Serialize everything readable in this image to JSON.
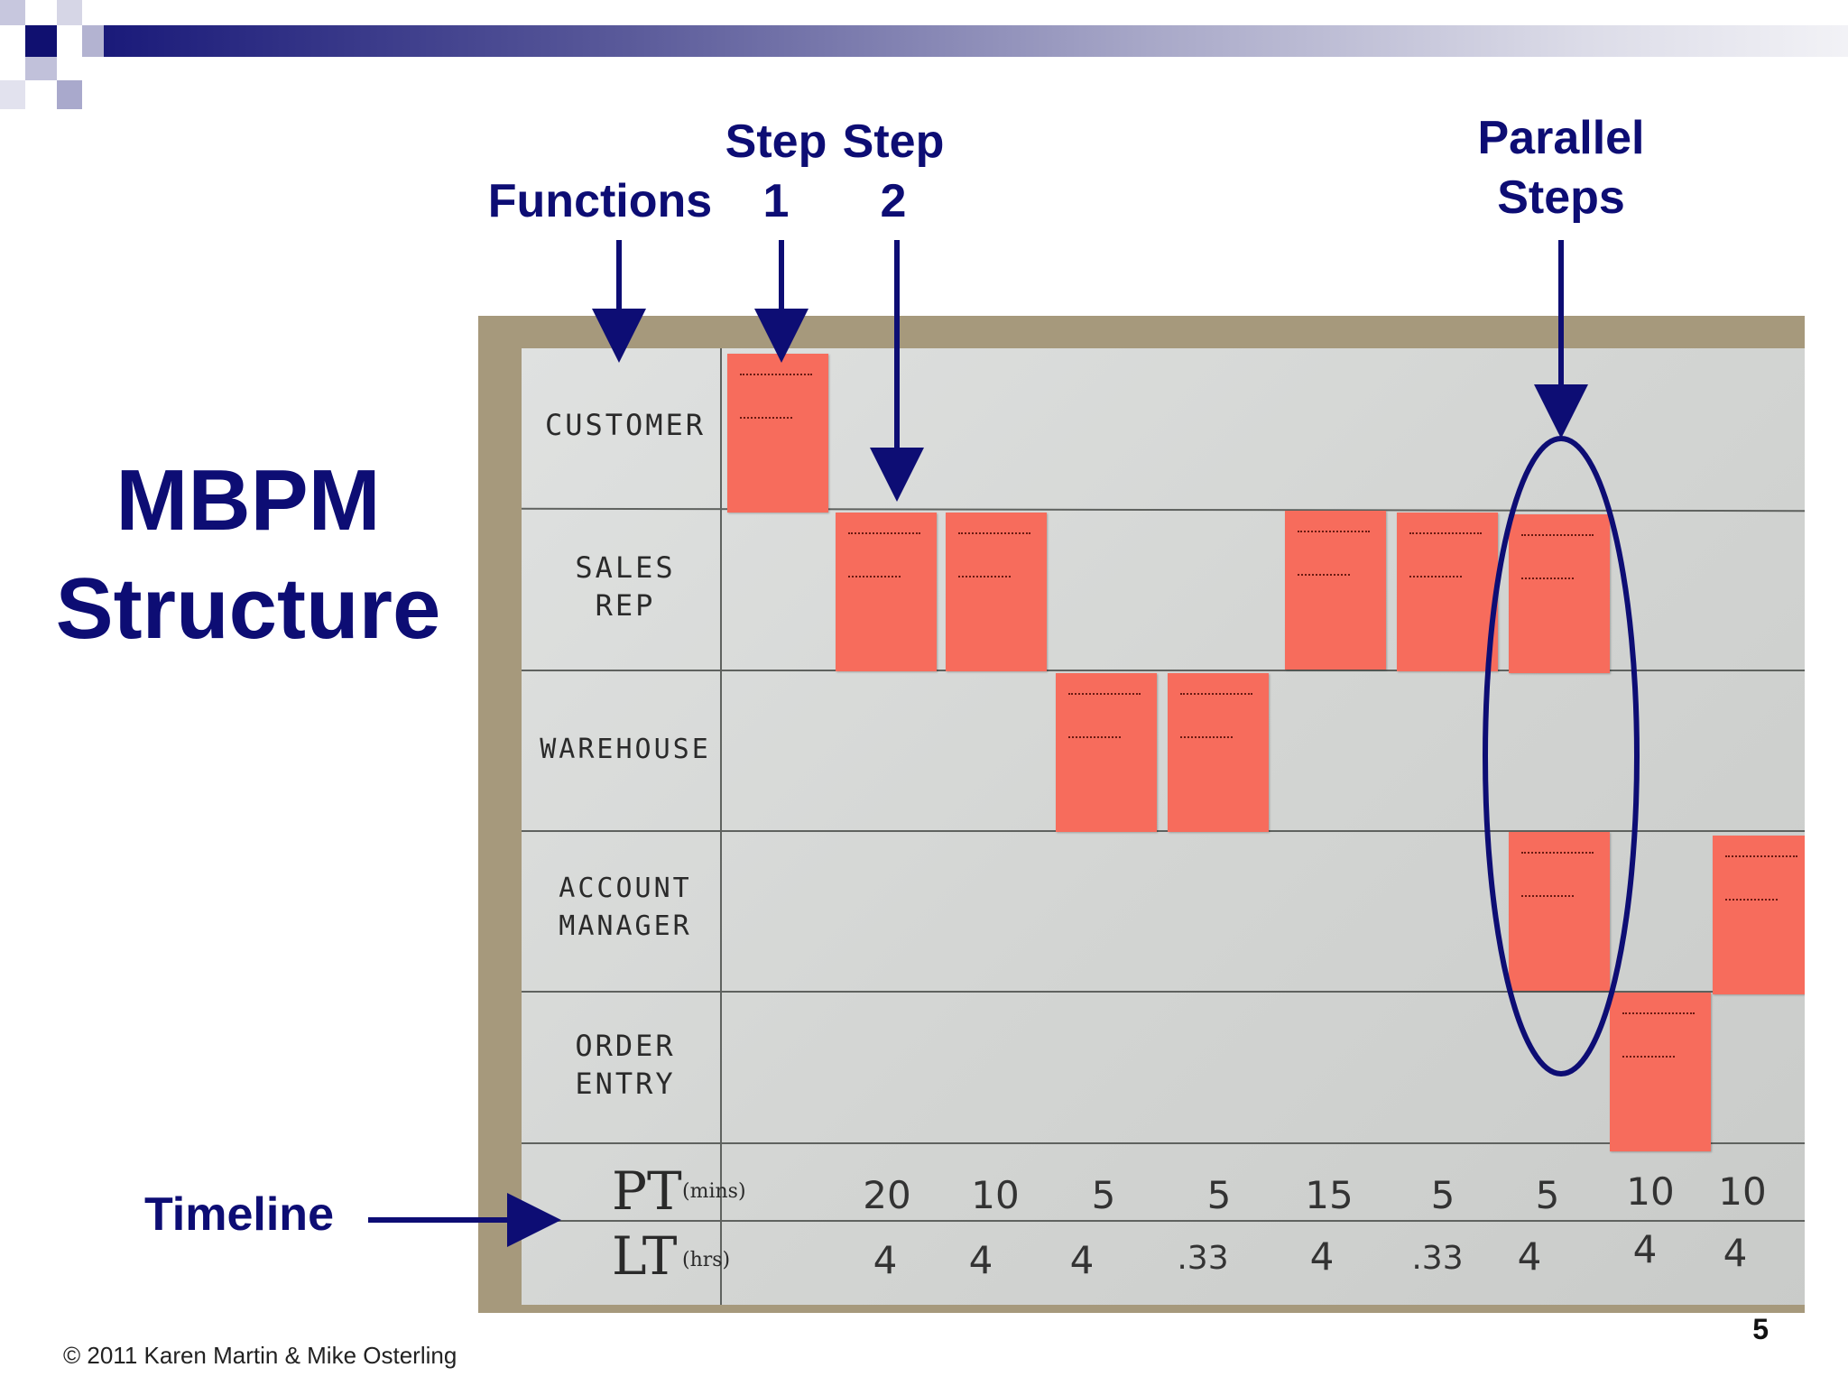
{
  "slide": {
    "title_line1": "MBPM",
    "title_line2": "Structure",
    "callouts": {
      "functions": "Functions",
      "step1_line1": "Step",
      "step1_line2": "1",
      "step2_line1": "Step",
      "step2_line2": "2",
      "parallel_line1": "Parallel",
      "parallel_line2": "Steps",
      "timeline": "Timeline"
    },
    "copyright": "© 2011 Karen Martin & Mike Osterling",
    "page_number": "5"
  },
  "board": {
    "functions": [
      {
        "line1": "CUSTOMER",
        "line2": ""
      },
      {
        "line1": "SALES",
        "line2": "REP"
      },
      {
        "line1": "WAREHOUSE",
        "line2": ""
      },
      {
        "line1": "ACCOUNT",
        "line2": "MANAGER"
      },
      {
        "line1": "ORDER",
        "line2": "ENTRY"
      }
    ],
    "timeline": {
      "pt_label": "PT",
      "pt_unit": "(mins)",
      "lt_label": "LT",
      "lt_unit": "(hrs)",
      "pt_values": [
        "20",
        "10",
        "5",
        "5",
        "15",
        "5",
        "5",
        "10",
        "10"
      ],
      "lt_values": [
        "4",
        "4",
        "4",
        ".33",
        "4",
        ".33",
        "4",
        "4",
        "4"
      ]
    },
    "note_color": "#f76c5c"
  },
  "colors": {
    "accent": "#0d0d74"
  }
}
